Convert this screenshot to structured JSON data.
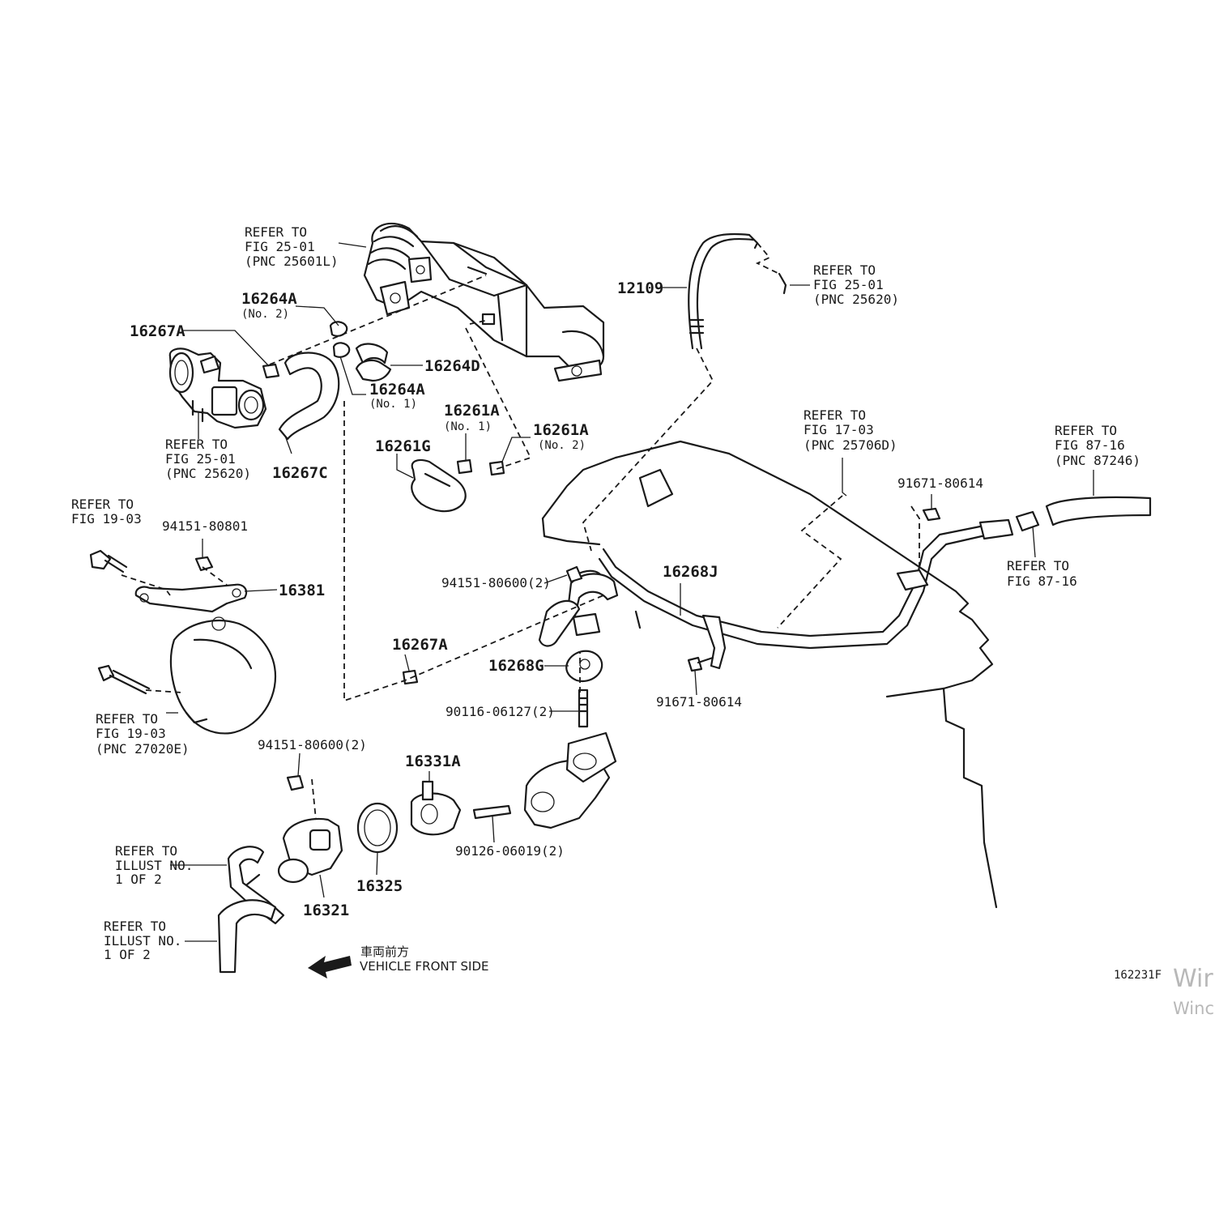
{
  "refs": {
    "egr_hose": [
      "REFER TO",
      "FIG 25-01",
      "(PNC 25601L)"
    ],
    "egr_valve": [
      "REFER TO",
      "FIG 25-01",
      "(PNC 25620)"
    ],
    "cable_top": [
      "REFER TO",
      "FIG 25-01",
      "(PNC 25620)"
    ],
    "fig17": [
      "REFER TO",
      "FIG 17-03",
      "(PNC 25706D)"
    ],
    "fig87_top": [
      "REFER TO",
      "FIG 87-16",
      "(PNC 87246)"
    ],
    "fig87_clamp": [
      "REFER TO",
      "FIG 87-16"
    ],
    "fig19_bolt": [
      "REFER TO",
      "FIG 19-03"
    ],
    "fig19_pump": [
      "REFER TO",
      "FIG 19-03",
      "(PNC 27020E)"
    ],
    "illust_a": [
      "REFER TO",
      "ILLUST NO.",
      "1 OF 2"
    ],
    "illust_b": [
      "REFER TO",
      "ILLUST NO.",
      "1 OF 2"
    ]
  },
  "parts": {
    "p16264A_no2": "16264A",
    "p16264A_no2_sub": "(No. 2)",
    "p16267A_top": "16267A",
    "p16264D": "16264D",
    "p16264A_no1": "16264A",
    "p16264A_no1_sub": "(No. 1)",
    "p16267C": "16267C",
    "p12109": "12109",
    "p16261A_no1": "16261A",
    "p16261A_no1_sub": "(No. 1)",
    "p16261A_no2": "16261A",
    "p16261A_no2_sub": "(No. 2)",
    "p16261G": "16261G",
    "p94151_80801": "94151-80801",
    "p16381": "16381",
    "p91671_80614_top": "91671-80614",
    "p94151_80600_mid": "94151-80600(2)",
    "p16268J": "16268J",
    "p16267A_bottom": "16267A",
    "p16268G": "16268G",
    "p91671_80614_bottom": "91671-80614",
    "p90116_06127": "90116-06127(2)",
    "p94151_80600_low": "94151-80600(2)",
    "p16331A": "16331A",
    "p90126_06019": "90126-06019(2)",
    "p16325": "16325",
    "p16321": "16321"
  },
  "front": {
    "jp": "車両前方",
    "en": "VEHICLE FRONT SIDE"
  },
  "figure_code": "162231F",
  "watermark": [
    "Wir",
    "Winc"
  ]
}
